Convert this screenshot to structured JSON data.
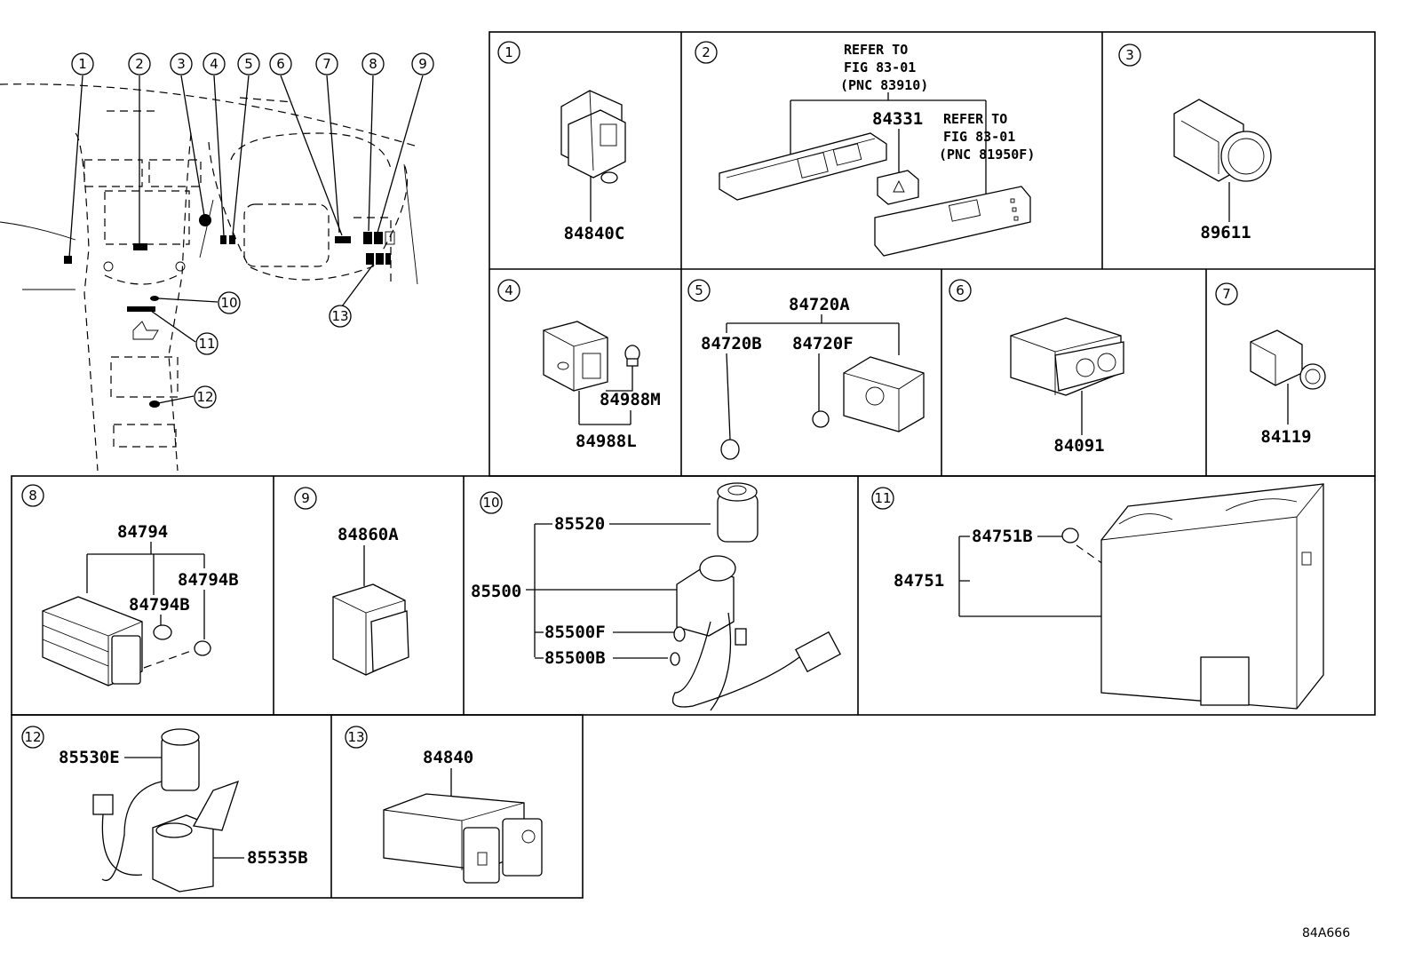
{
  "figure_code": "84A666",
  "callout_numbers": [
    "1",
    "2",
    "3",
    "4",
    "5",
    "6",
    "7",
    "8",
    "9",
    "10",
    "11",
    "12",
    "13"
  ],
  "panels": [
    {
      "number": "1",
      "parts": [
        "84840C"
      ]
    },
    {
      "number": "2",
      "parts": [
        "84331"
      ],
      "notes": [
        {
          "line1": "REFER TO",
          "line2": "FIG 83-01",
          "line3": "(PNC 83910)"
        },
        {
          "line1": "REFER TO",
          "line2": "FIG 83-01",
          "line3": "(PNC 81950F)"
        }
      ]
    },
    {
      "number": "3",
      "parts": [
        "89611"
      ]
    },
    {
      "number": "4",
      "parts": [
        "84988M",
        "84988L"
      ]
    },
    {
      "number": "5",
      "parts": [
        "84720A",
        "84720B",
        "84720F"
      ]
    },
    {
      "number": "6",
      "parts": [
        "84091"
      ]
    },
    {
      "number": "7",
      "parts": [
        "84119"
      ]
    },
    {
      "number": "8",
      "parts": [
        "84794",
        "84794B",
        "84794B"
      ]
    },
    {
      "number": "9",
      "parts": [
        "84860A"
      ]
    },
    {
      "number": "10",
      "parts": [
        "85520",
        "85500",
        "85500F",
        "85500B"
      ]
    },
    {
      "number": "11",
      "parts": [
        "84751B",
        "84751"
      ]
    },
    {
      "number": "12",
      "parts": [
        "85530E",
        "85535B"
      ]
    },
    {
      "number": "13",
      "parts": [
        "84840"
      ]
    }
  ]
}
